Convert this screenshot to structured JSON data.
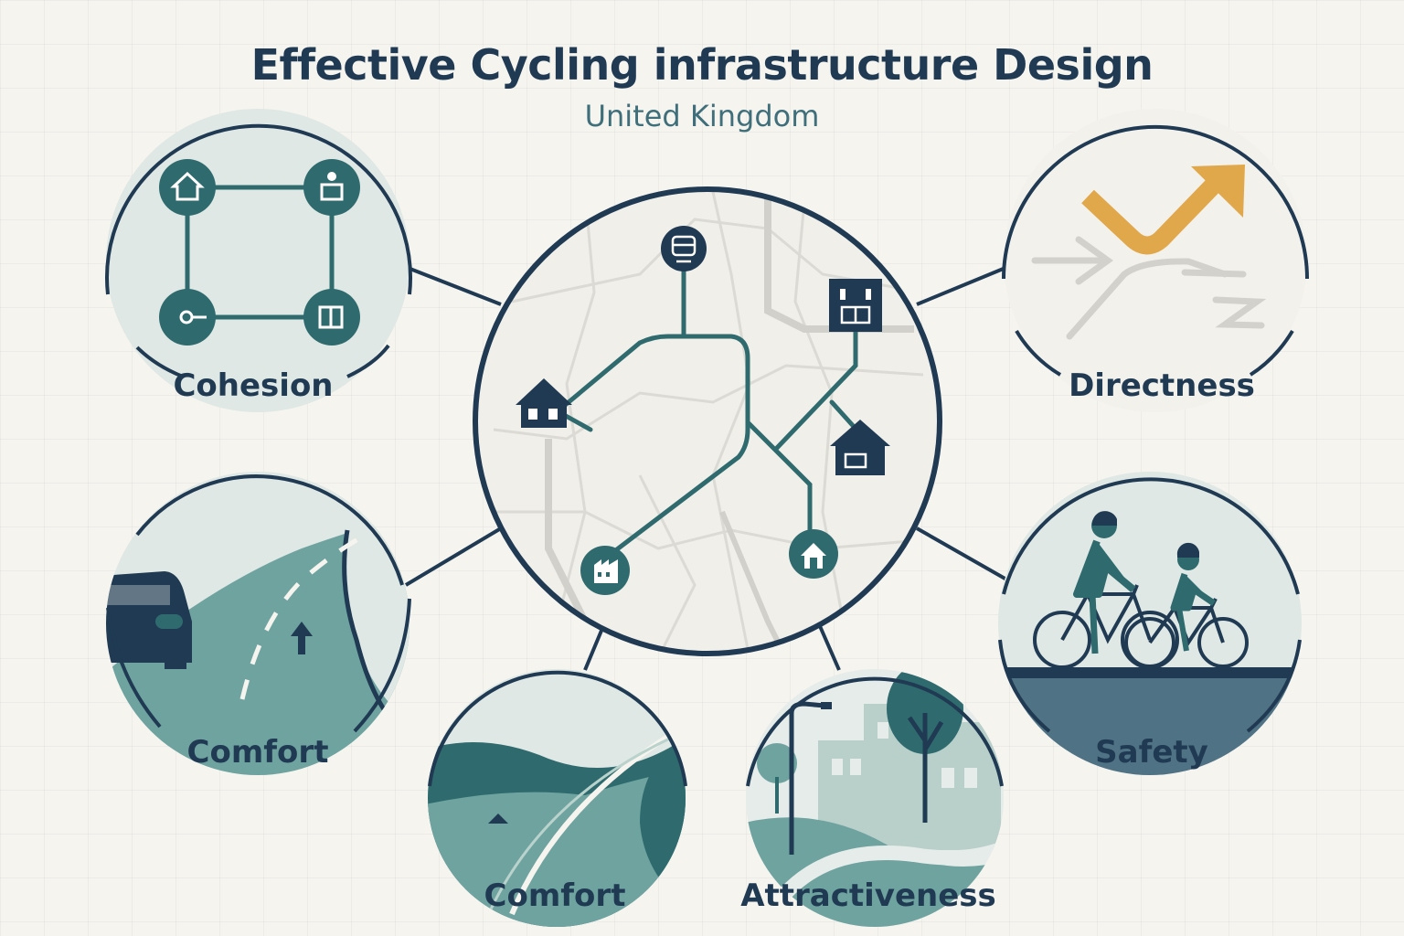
{
  "header": {
    "title": "Effective Cycling infrastructure Design",
    "subtitle": "United Kingdom"
  },
  "nodes": [
    {
      "id": "cohesion",
      "label": "Cohesion"
    },
    {
      "id": "directness",
      "label": "Directness"
    },
    {
      "id": "comfort-left",
      "label": "Comfort"
    },
    {
      "id": "safety",
      "label": "Safety"
    },
    {
      "id": "comfort-bottom",
      "label": "Comfort"
    },
    {
      "id": "attractiveness",
      "label": "Attractiveness"
    }
  ],
  "colors": {
    "navy": "#1f3a52",
    "teal": "#2f6b6e",
    "light_teal": "#6fa3a0",
    "pale_teal": "#dfe8e4",
    "amber": "#e0a84a",
    "background": "#f6f4ef"
  },
  "icons": [
    "home-icon",
    "train-icon",
    "factory-icon",
    "building-icon",
    "person-icon",
    "car-icon",
    "cyclist-icon",
    "tree-icon",
    "lamp-icon",
    "arrow-icon"
  ]
}
